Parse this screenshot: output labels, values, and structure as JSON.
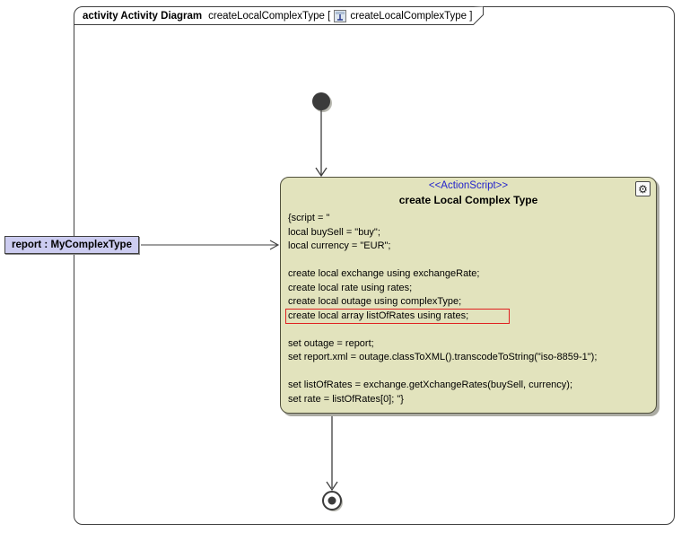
{
  "frame": {
    "title_keyword": "activity Activity Diagram",
    "title_context": "createLocalComplexType [",
    "title_ref": "createLocalComplexType ]"
  },
  "action_node": {
    "stereotype": "<<ActionScript>>",
    "name": "create Local Complex Type",
    "script_lines": [
      "{script = \"",
      "local buySell = \"buy\";",
      "local currency = \"EUR\";",
      "",
      "create local exchange using exchangeRate;",
      "create local rate using rates;",
      "create local outage using complexType;",
      "create local array listOfRates using rates;",
      "",
      "set outage = report;",
      "set report.xml = outage.classToXML().transcodeToString(\"iso-8859-1\");",
      "",
      "set listOfRates = exchange.getXchangeRates(buySell, currency);",
      "set rate = listOfRates[0]; \"}"
    ]
  },
  "object_node_label": "report : MyComplexType",
  "highlight": {
    "highlighted_line": "create local array listOfRates using rates;",
    "line_index": 7,
    "border_color": "#e02020"
  },
  "icons": {
    "behavior_icon_glyph": "⚙"
  },
  "colors": {
    "action_fill": "#e2e3bd",
    "action_border": "#50503c",
    "object_label_fill": "#ccccf0",
    "stereotype_text": "#2323cc",
    "edge_stroke": "#3f3f3f",
    "highlight_border": "#e02020",
    "shadow": "#ababa3"
  }
}
